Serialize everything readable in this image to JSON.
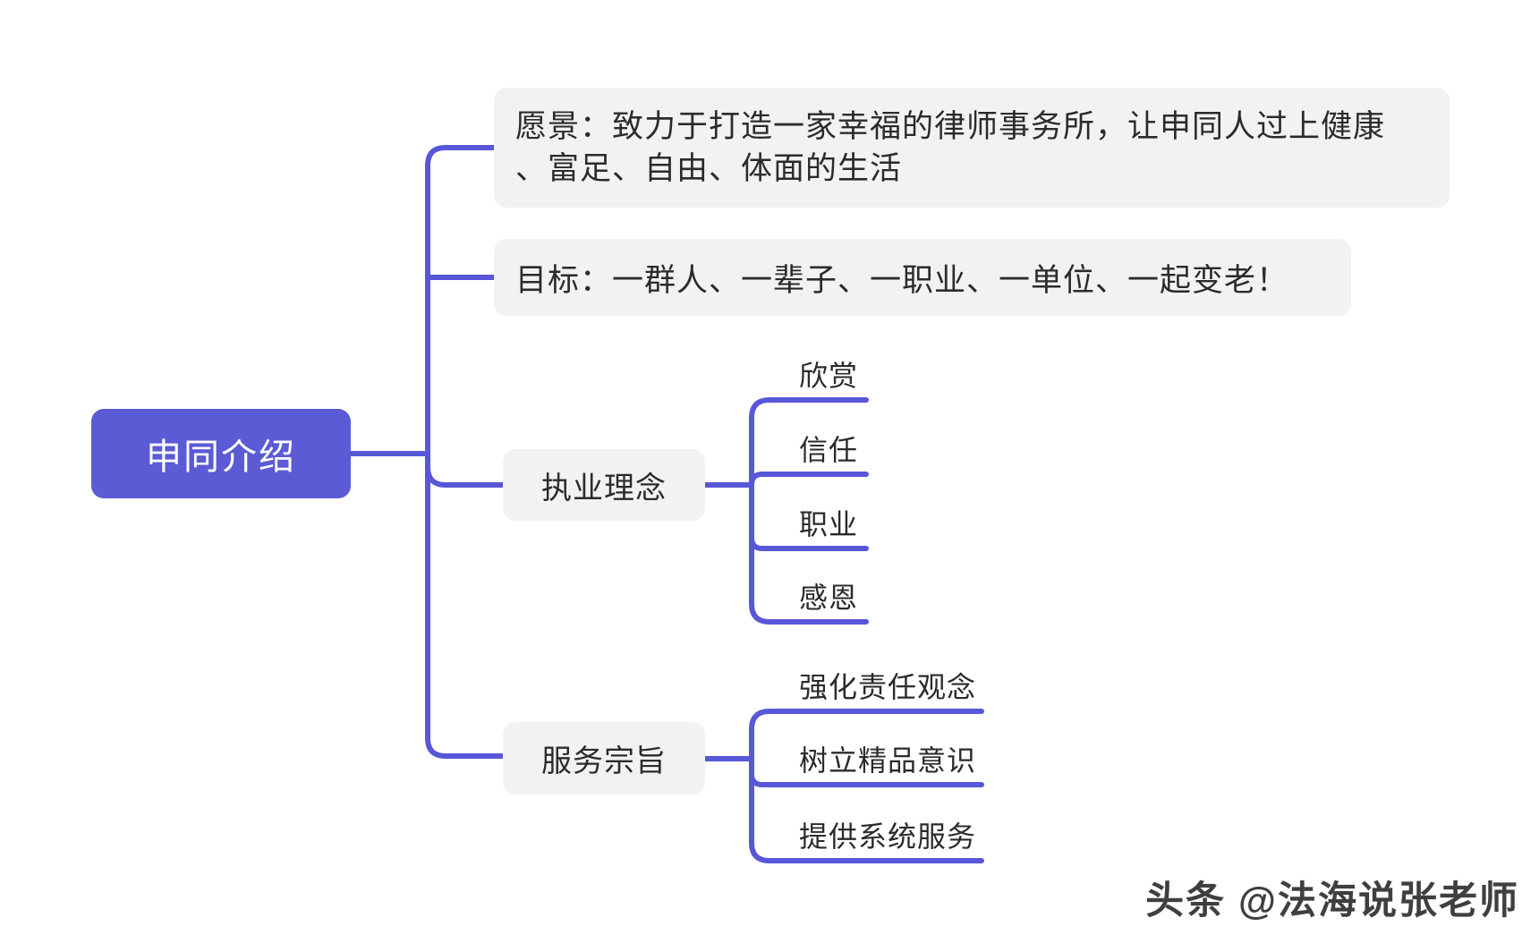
{
  "diagram": {
    "type": "mindmap",
    "root": {
      "label": "申同介绍"
    },
    "branches": [
      {
        "id": "vision",
        "lines": [
          "愿景：致力于打造一家幸福的律师事务所，让申同人过上健康",
          "、富足、自由、体面的生活"
        ],
        "text": "愿景：致力于打造一家幸福的律师事务所，让申同人过上健康、富足、自由、体面的生活"
      },
      {
        "id": "goal",
        "label": "目标：一群人、一辈子、一职业、一单位、一起变老！"
      },
      {
        "id": "philosophy",
        "label": "执业理念",
        "children": [
          "欣赏",
          "信任",
          "职业",
          "感恩"
        ]
      },
      {
        "id": "service",
        "label": "服务宗旨",
        "children": [
          "强化责任观念",
          "树立精品意识",
          "提供系统服务"
        ]
      }
    ],
    "colors": {
      "accent_line": "#5857D8",
      "root_bg": "#5B5BD6",
      "node_bg": "#F2F2F3",
      "node_text": "#2B2B2B",
      "root_text": "#FFFFFF",
      "background": "#FFFFFF"
    }
  },
  "watermark": {
    "text": "头条 @法海说张老师"
  }
}
